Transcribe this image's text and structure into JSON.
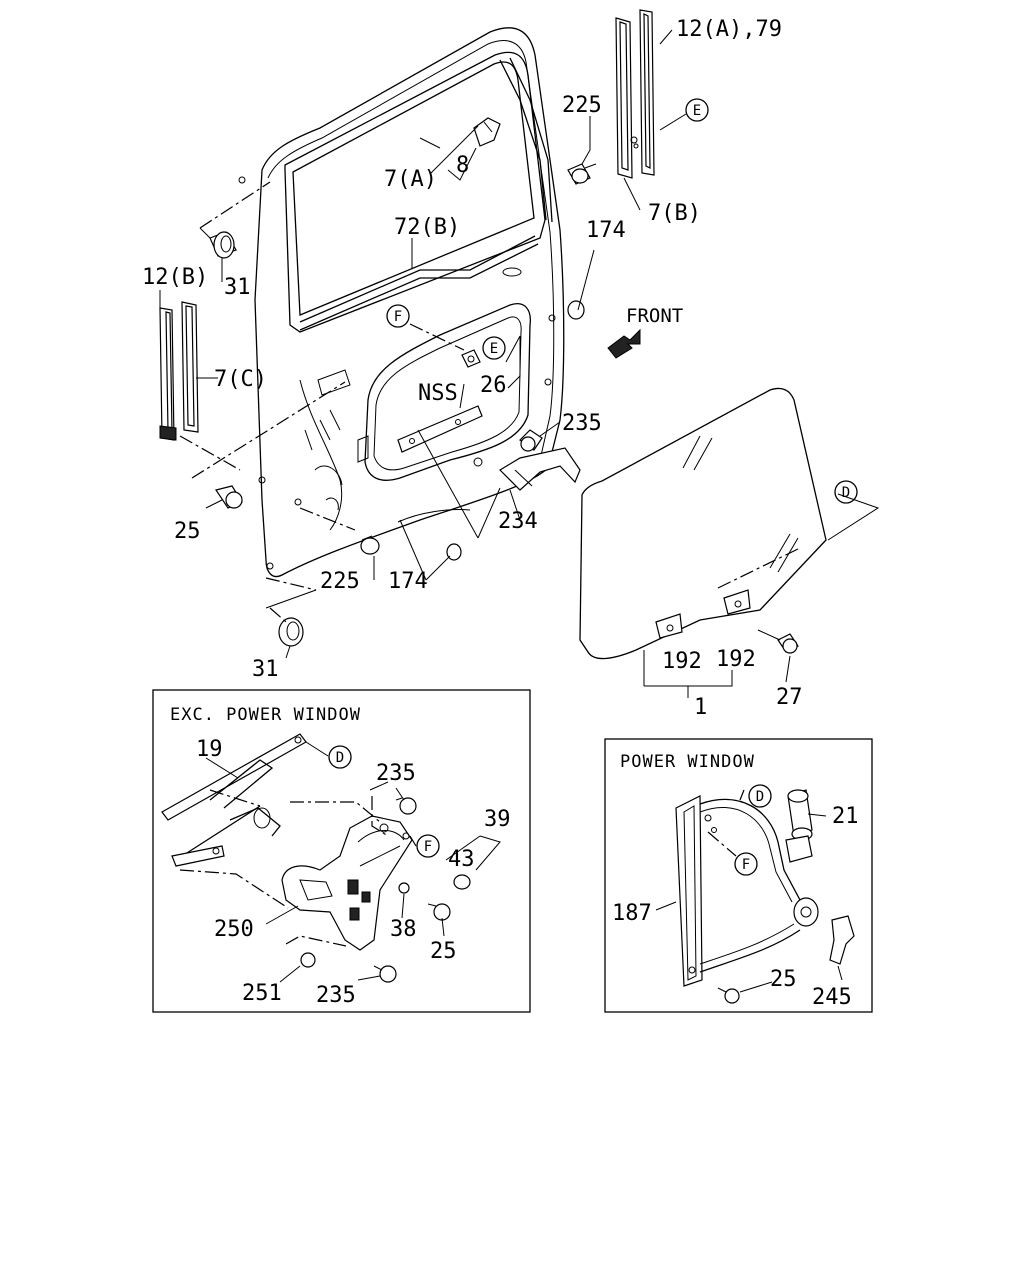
{
  "labels": {
    "p12a79": "12(A),79",
    "p225_top": "225",
    "p7a": "7(A)",
    "p8": "8",
    "p7b": "7(B)",
    "p72b": "72(B)",
    "p174_top": "174",
    "p12b": "12(B)",
    "p31_top": "31",
    "p7c": "7(C)",
    "front": "FRONT",
    "p26": "26",
    "nss": "NSS",
    "p235_door": "235",
    "p234": "234",
    "p25_door": "25",
    "p225_bottom": "225",
    "p174_bottom": "174",
    "p31_bottom": "31",
    "p192_left": "192",
    "p192_right": "192",
    "p27": "27",
    "p1": "1",
    "p19": "19",
    "p235_box_top": "235",
    "p39": "39",
    "p43": "43",
    "p250": "250",
    "p38": "38",
    "p25_box": "25",
    "p251": "251",
    "p235_box_bottom": "235",
    "p21": "21",
    "p187": "187",
    "p25_power": "25",
    "p245": "245"
  },
  "refs": {
    "e_top": "E",
    "f_door": "F",
    "e_door": "E",
    "d_glass": "D",
    "d_manual": "D",
    "f_manual": "F",
    "d_power": "D",
    "f_power": "F"
  },
  "boxes": {
    "manual_title": "EXC. POWER WINDOW",
    "power_title": "POWER WINDOW"
  }
}
